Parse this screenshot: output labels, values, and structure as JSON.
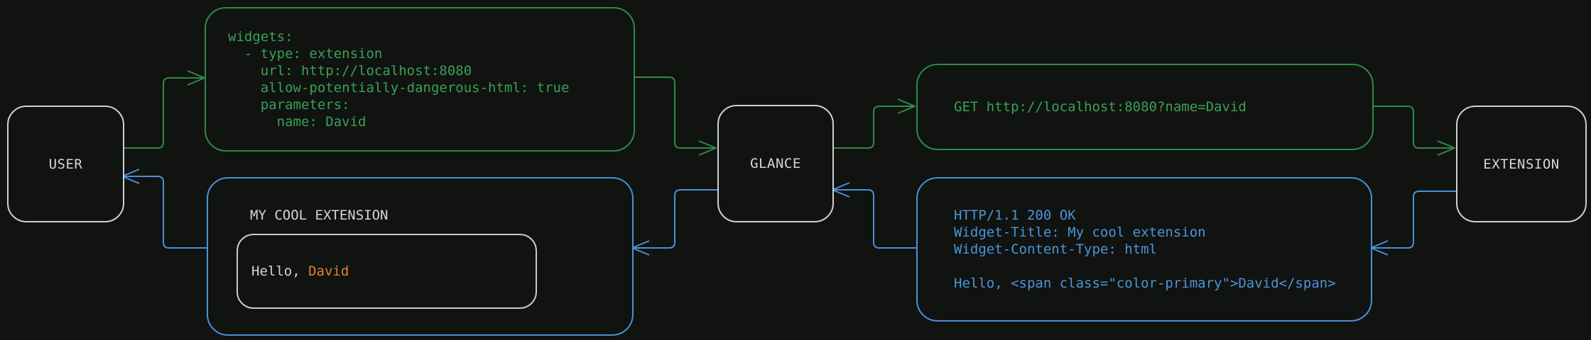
{
  "diagram": {
    "nodes": {
      "user": "USER",
      "glance": "GLANCE",
      "extension": "EXTENSION"
    },
    "config_message": "widgets:\n  - type: extension\n    url: http://localhost:8080\n    allow-potentially-dangerous-html: true\n    parameters:\n      name: David",
    "request_message": "GET http://localhost:8080?name=David",
    "response_message": "HTTP/1.1 200 OK\nWidget-Title: My cool extension\nWidget-Content-Type: html\n\nHello, <span class=\"color-primary\">David</span>",
    "widget_preview": {
      "title": "MY COOL EXTENSION",
      "greeting_prefix": "Hello, ",
      "greeting_name": "David"
    },
    "colors": {
      "background": "#111311",
      "green_text": "#3aa155",
      "green_line": "#2f8a46",
      "blue_text": "#4a96d8",
      "blue_line": "#4a90d8",
      "white_text": "#d4d4d4",
      "node_border": "#cfcfcf",
      "inner_box_border": "#c9c9c9",
      "orange_name": "#e0823d"
    }
  }
}
